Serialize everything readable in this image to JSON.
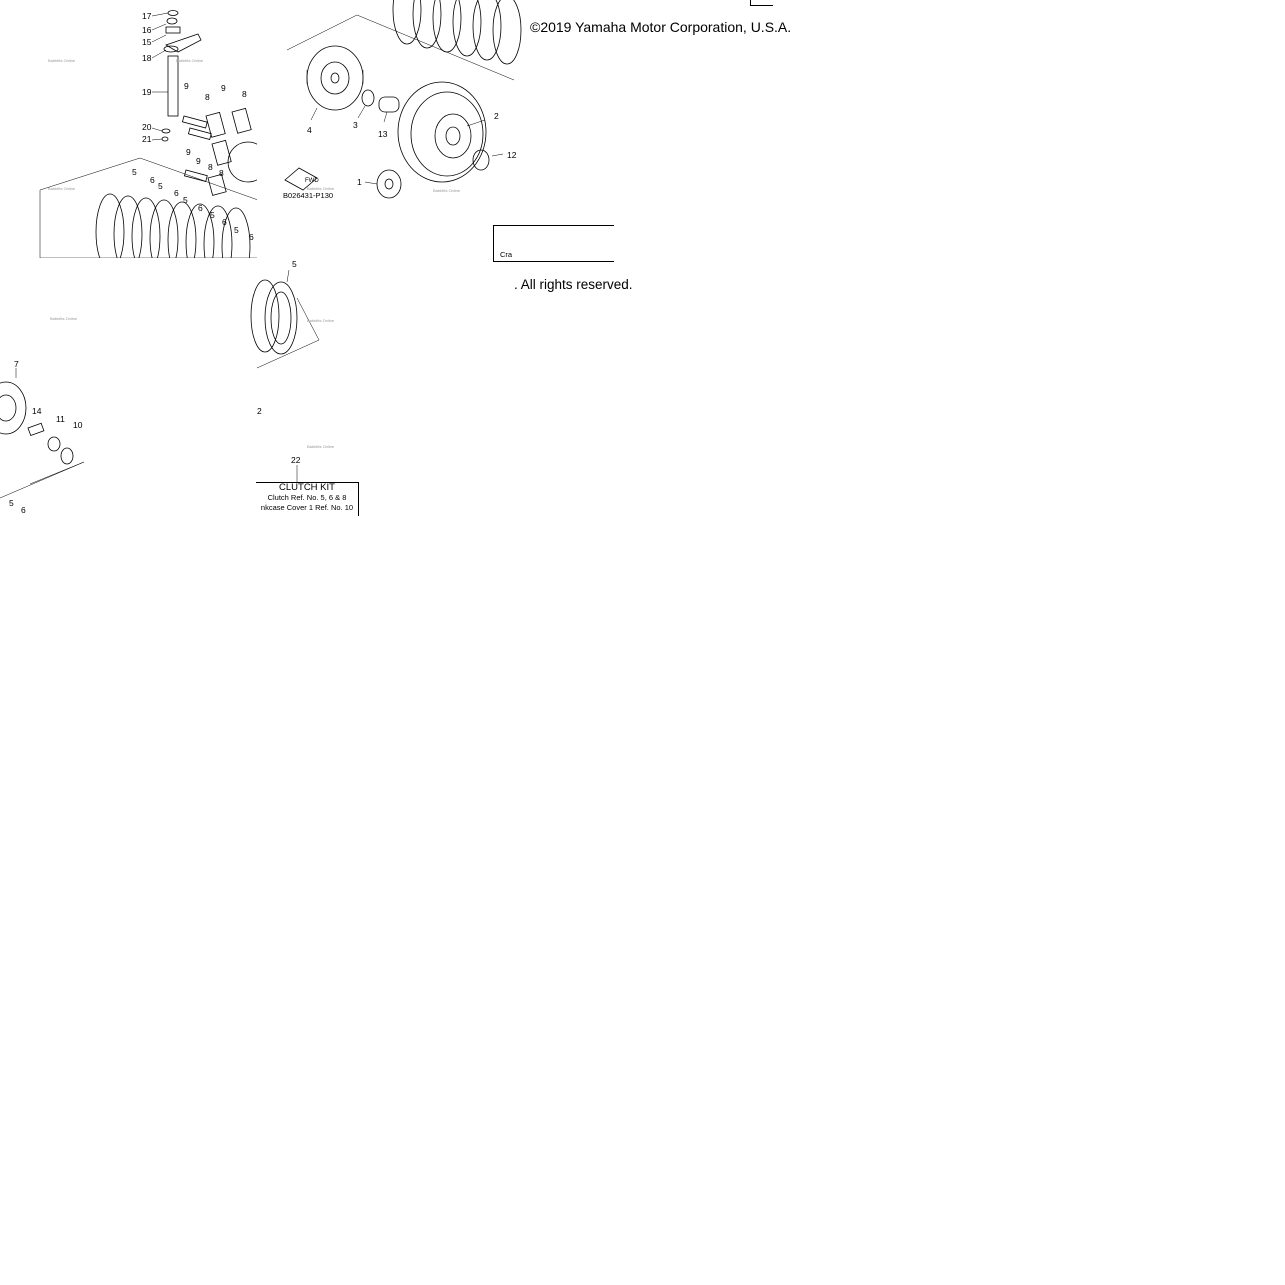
{
  "header": {
    "copyright": "©2019 Yamaha Motor Corporation, U.S.A.",
    "rights": ". All rights reserved."
  },
  "diagram": {
    "drawing_code": "B026431-P130",
    "fwd_label": "FWD",
    "watermark": "Babbitts Online",
    "callouts": {
      "c1": "1",
      "c2": "2",
      "c3": "3",
      "c4": "4",
      "c5": "5",
      "c6": "6",
      "c7": "7",
      "c8": "8",
      "c9": "9",
      "c10": "10",
      "c11": "11",
      "c12": "12",
      "c13": "13",
      "c14": "14",
      "c15": "15",
      "c16": "16",
      "c17": "17",
      "c18": "18",
      "c19": "19",
      "c20": "20",
      "c21": "21",
      "c22": "22"
    },
    "kit": {
      "title": "CLUTCH KIT",
      "line1": "Clutch Ref. No. 5, 6 & 8",
      "line2": "nkcase Cover 1 Ref. No. 10"
    },
    "kit_partial": {
      "text": "Cra"
    }
  }
}
